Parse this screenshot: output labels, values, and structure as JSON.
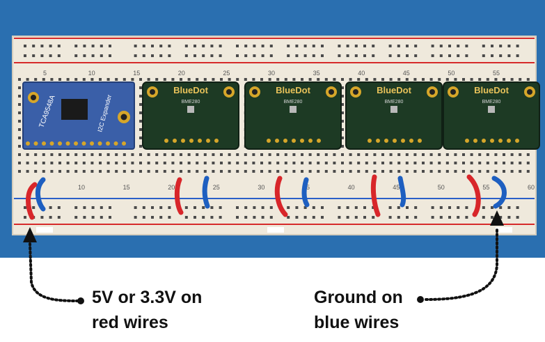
{
  "photo": {
    "breadboard_numbers_top": [
      "5",
      "10",
      "15",
      "20",
      "25",
      "30",
      "35",
      "40",
      "45",
      "50",
      "55"
    ],
    "breadboard_numbers_bottom": [
      "10",
      "15",
      "20",
      "25",
      "30",
      "35",
      "40",
      "45",
      "50",
      "55",
      "60"
    ],
    "expander_board": {
      "label": "TCA9548A",
      "sublabel": "I2C Expander"
    },
    "sensor_boards": [
      {
        "brand": "BlueDot",
        "chip": "BME280"
      },
      {
        "brand": "BlueDot",
        "chip": "BME280"
      },
      {
        "brand": "BlueDot",
        "chip": "BME280"
      },
      {
        "brand": "BlueDot",
        "chip": "BME280"
      }
    ],
    "colors": {
      "background_blue": "#2a6fb0",
      "breadboard": "#efe9dc",
      "red_wire": "#d8262a",
      "blue_wire": "#1e5fc0",
      "expander_board": "#3a5fa8",
      "sensor_board": "#1d3a24",
      "gold_pad": "#d6a62a"
    }
  },
  "captions": {
    "left_line1": "5V or 3.3V on",
    "left_line2": "red wires",
    "right_line1": "Ground on",
    "right_line2": "blue wires"
  }
}
